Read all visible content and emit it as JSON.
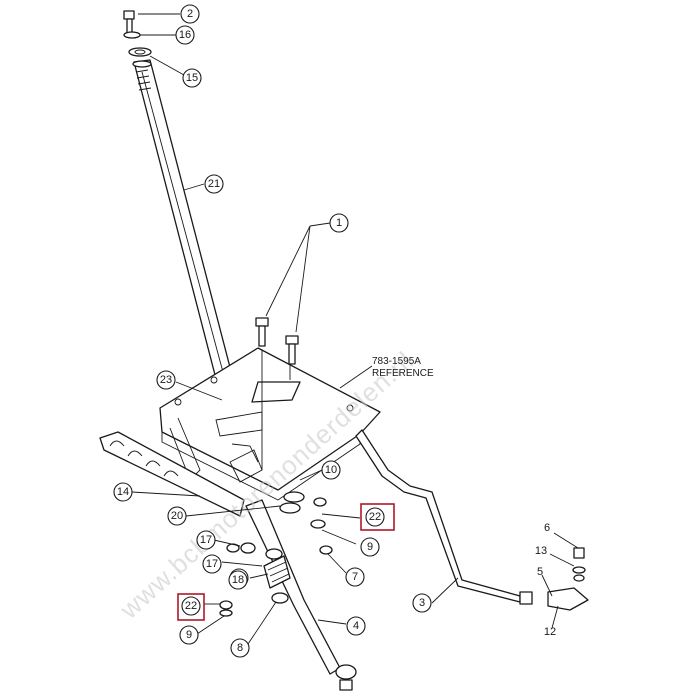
{
  "reference_note": {
    "line1": "783-1595A",
    "line2": "REFERENCE"
  },
  "watermark": "www.bcbmotorenonderdelen.nl",
  "callouts": [
    {
      "id": "c2",
      "label": "2"
    },
    {
      "id": "c16",
      "label": "16"
    },
    {
      "id": "c15",
      "label": "15"
    },
    {
      "id": "c21",
      "label": "21"
    },
    {
      "id": "c1",
      "label": "1"
    },
    {
      "id": "c23",
      "label": "23"
    },
    {
      "id": "c10",
      "label": "10"
    },
    {
      "id": "c14",
      "label": "14"
    },
    {
      "id": "c20",
      "label": "20"
    },
    {
      "id": "c22a",
      "label": "22",
      "highlighted": true
    },
    {
      "id": "c9a",
      "label": "9"
    },
    {
      "id": "c17a",
      "label": "17"
    },
    {
      "id": "c17b",
      "label": "17"
    },
    {
      "id": "c7a",
      "label": "7"
    },
    {
      "id": "c7b",
      "label": "7"
    },
    {
      "id": "c18",
      "label": "18"
    },
    {
      "id": "c22b",
      "label": "22",
      "highlighted": true
    },
    {
      "id": "c9b",
      "label": "9"
    },
    {
      "id": "c8",
      "label": "8"
    },
    {
      "id": "c4",
      "label": "4"
    },
    {
      "id": "c3",
      "label": "3"
    },
    {
      "id": "c6",
      "label": "6"
    },
    {
      "id": "c13",
      "label": "13"
    },
    {
      "id": "c5",
      "label": "5"
    },
    {
      "id": "c12",
      "label": "12"
    }
  ],
  "colors": {
    "line": "#1a1a1a",
    "highlight": "#b0182a",
    "watermark": "#c8c8c8"
  }
}
